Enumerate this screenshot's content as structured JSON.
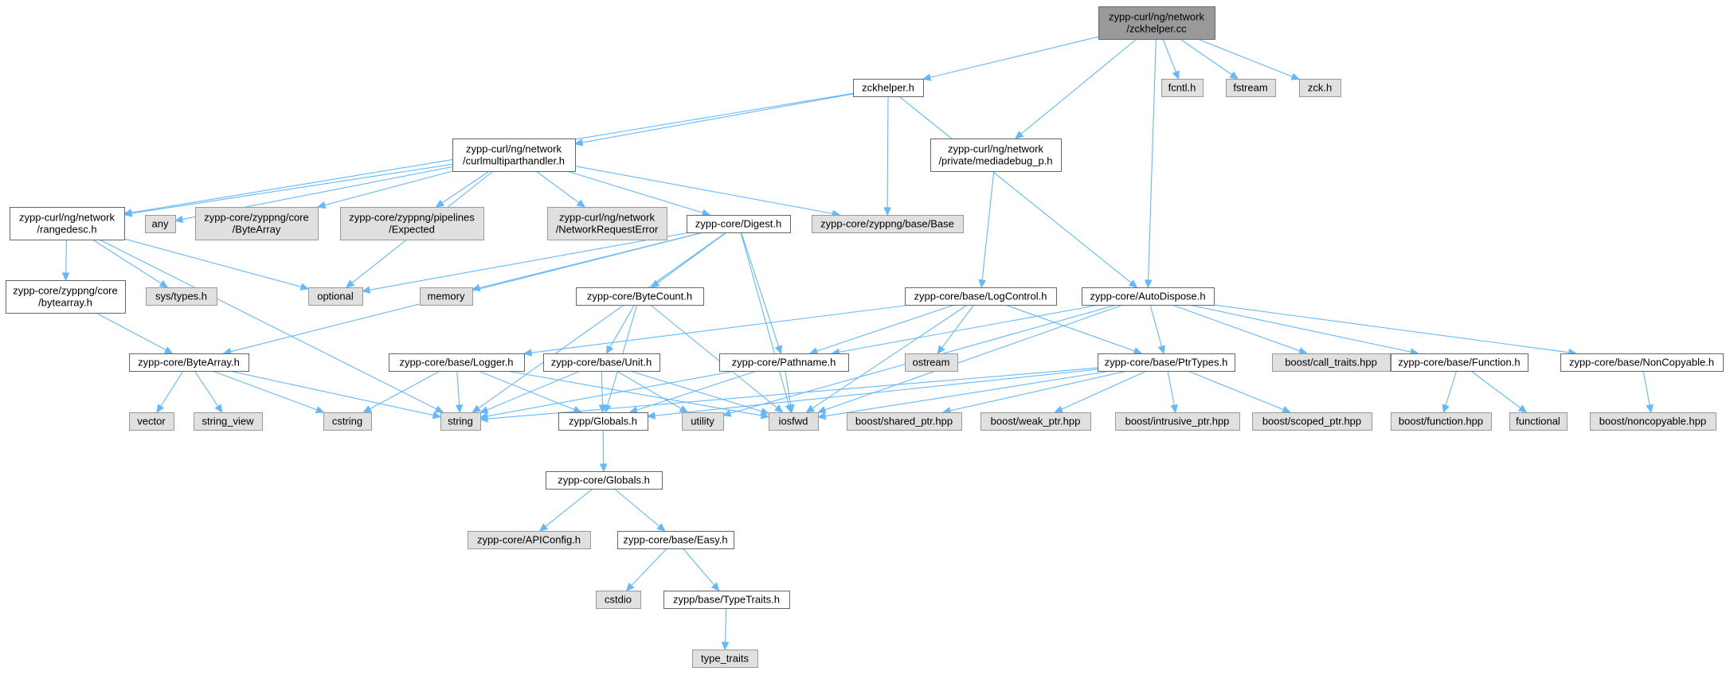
{
  "colors": {
    "root_fill": "#999999",
    "external_fill": "#e0e0e0",
    "external_stroke": "#999999",
    "internal_fill": "#ffffff",
    "internal_stroke": "#666666",
    "edge": "#63b8ff"
  },
  "nodes": {
    "root": {
      "lines": [
        "zypp-curl/ng/network",
        "/zckhelper.cc"
      ],
      "kind": "root"
    },
    "zckhelper_h": {
      "lines": [
        "zckhelper.h"
      ],
      "kind": "internal"
    },
    "fcntl": {
      "lines": [
        "fcntl.h"
      ],
      "kind": "external"
    },
    "fstream": {
      "lines": [
        "fstream"
      ],
      "kind": "external"
    },
    "zck": {
      "lines": [
        "zck.h"
      ],
      "kind": "external"
    },
    "curlmulti": {
      "lines": [
        "zypp-curl/ng/network",
        "/curlmultiparthandler.h"
      ],
      "kind": "internal"
    },
    "mediadebug": {
      "lines": [
        "zypp-curl/ng/network",
        "/private/mediadebug_p.h"
      ],
      "kind": "internal"
    },
    "rangedesc": {
      "lines": [
        "zypp-curl/ng/network",
        "/rangedesc.h"
      ],
      "kind": "internal"
    },
    "any": {
      "lines": [
        "any"
      ],
      "kind": "external"
    },
    "zyppng_bytearray": {
      "lines": [
        "zypp-core/zyppng/core",
        "/ByteArray"
      ],
      "kind": "external"
    },
    "expected": {
      "lines": [
        "zypp-core/zyppng/pipelines",
        "/Expected"
      ],
      "kind": "external"
    },
    "nrerror": {
      "lines": [
        "zypp-curl/ng/network",
        "/NetworkRequestError"
      ],
      "kind": "external"
    },
    "digest": {
      "lines": [
        "zypp-core/Digest.h"
      ],
      "kind": "internal"
    },
    "zyppng_base": {
      "lines": [
        "zypp-core/zyppng/base/Base"
      ],
      "kind": "external"
    },
    "sys_types": {
      "lines": [
        "sys/types.h"
      ],
      "kind": "external"
    },
    "optional": {
      "lines": [
        "optional"
      ],
      "kind": "external"
    },
    "memory": {
      "lines": [
        "memory"
      ],
      "kind": "external"
    },
    "bytecount": {
      "lines": [
        "zypp-core/ByteCount.h"
      ],
      "kind": "internal"
    },
    "logcontrol": {
      "lines": [
        "zypp-core/base/LogControl.h"
      ],
      "kind": "internal"
    },
    "autodispose": {
      "lines": [
        "zypp-core/AutoDispose.h"
      ],
      "kind": "internal"
    },
    "zyppng_core_bytearray_h": {
      "lines": [
        "zypp-core/zyppng/core",
        "/bytearray.h"
      ],
      "kind": "internal"
    },
    "bytearray_h": {
      "lines": [
        "zypp-core/ByteArray.h"
      ],
      "kind": "internal"
    },
    "logger": {
      "lines": [
        "zypp-core/base/Logger.h"
      ],
      "kind": "internal"
    },
    "unit": {
      "lines": [
        "zypp-core/base/Unit.h"
      ],
      "kind": "internal"
    },
    "pathname": {
      "lines": [
        "zypp-core/Pathname.h"
      ],
      "kind": "internal"
    },
    "ostream": {
      "lines": [
        "ostream"
      ],
      "kind": "external"
    },
    "ptrtypes": {
      "lines": [
        "zypp-core/base/PtrTypes.h"
      ],
      "kind": "internal"
    },
    "call_traits": {
      "lines": [
        "boost/call_traits.hpp"
      ],
      "kind": "external"
    },
    "function_h": {
      "lines": [
        "zypp-core/base/Function.h"
      ],
      "kind": "internal"
    },
    "noncopyable_h": {
      "lines": [
        "zypp-core/base/NonCopyable.h"
      ],
      "kind": "internal"
    },
    "vector": {
      "lines": [
        "vector"
      ],
      "kind": "external"
    },
    "string_view": {
      "lines": [
        "string_view"
      ],
      "kind": "external"
    },
    "cstring": {
      "lines": [
        "cstring"
      ],
      "kind": "external"
    },
    "string": {
      "lines": [
        "string"
      ],
      "kind": "external"
    },
    "globals1": {
      "lines": [
        "zypp/Globals.h"
      ],
      "kind": "internal"
    },
    "utility": {
      "lines": [
        "utility"
      ],
      "kind": "external"
    },
    "iosfwd": {
      "lines": [
        "iosfwd"
      ],
      "kind": "external"
    },
    "shared_ptr": {
      "lines": [
        "boost/shared_ptr.hpp"
      ],
      "kind": "external"
    },
    "weak_ptr": {
      "lines": [
        "boost/weak_ptr.hpp"
      ],
      "kind": "external"
    },
    "intrusive_ptr": {
      "lines": [
        "boost/intrusive_ptr.hpp"
      ],
      "kind": "external"
    },
    "scoped_ptr": {
      "lines": [
        "boost/scoped_ptr.hpp"
      ],
      "kind": "external"
    },
    "boost_function": {
      "lines": [
        "boost/function.hpp"
      ],
      "kind": "external"
    },
    "functional": {
      "lines": [
        "functional"
      ],
      "kind": "external"
    },
    "boost_noncopyable": {
      "lines": [
        "boost/noncopyable.hpp"
      ],
      "kind": "external"
    },
    "globals2": {
      "lines": [
        "zypp-core/Globals.h"
      ],
      "kind": "internal"
    },
    "apiconfig": {
      "lines": [
        "zypp-core/APIConfig.h"
      ],
      "kind": "external"
    },
    "easy": {
      "lines": [
        "zypp-core/base/Easy.h"
      ],
      "kind": "internal"
    },
    "cstdio": {
      "lines": [
        "cstdio"
      ],
      "kind": "external"
    },
    "typetraits": {
      "lines": [
        "zypp/base/TypeTraits.h"
      ],
      "kind": "internal"
    },
    "type_traits": {
      "lines": [
        "type_traits"
      ],
      "kind": "external"
    }
  },
  "edges": [
    [
      "root",
      "zckhelper_h"
    ],
    [
      "root",
      "fcntl"
    ],
    [
      "root",
      "fstream"
    ],
    [
      "root",
      "zck"
    ],
    [
      "root",
      "mediadebug"
    ],
    [
      "root",
      "autodispose"
    ],
    [
      "zckhelper_h",
      "curlmulti"
    ],
    [
      "zckhelper_h",
      "rangedesc"
    ],
    [
      "zckhelper_h",
      "zyppng_base"
    ],
    [
      "zckhelper_h",
      "autodispose"
    ],
    [
      "curlmulti",
      "rangedesc"
    ],
    [
      "curlmulti",
      "any"
    ],
    [
      "curlmulti",
      "zyppng_bytearray"
    ],
    [
      "curlmulti",
      "expected"
    ],
    [
      "curlmulti",
      "nrerror"
    ],
    [
      "curlmulti",
      "digest"
    ],
    [
      "curlmulti",
      "zyppng_base"
    ],
    [
      "curlmulti",
      "optional"
    ],
    [
      "mediadebug",
      "logcontrol"
    ],
    [
      "rangedesc",
      "zyppng_core_bytearray_h"
    ],
    [
      "rangedesc",
      "sys_types"
    ],
    [
      "rangedesc",
      "optional"
    ],
    [
      "rangedesc",
      "string"
    ],
    [
      "zyppng_core_bytearray_h",
      "bytearray_h"
    ],
    [
      "digest",
      "optional"
    ],
    [
      "digest",
      "memory"
    ],
    [
      "digest",
      "bytecount"
    ],
    [
      "digest",
      "pathname"
    ],
    [
      "digest",
      "bytearray_h"
    ],
    [
      "digest",
      "string"
    ],
    [
      "digest",
      "iosfwd"
    ],
    [
      "bytecount",
      "unit"
    ],
    [
      "bytecount",
      "iosfwd"
    ],
    [
      "bytecount",
      "globals1"
    ],
    [
      "logcontrol",
      "logger"
    ],
    [
      "logcontrol",
      "pathname"
    ],
    [
      "logcontrol",
      "ostream"
    ],
    [
      "logcontrol",
      "ptrtypes"
    ],
    [
      "logcontrol",
      "iosfwd"
    ],
    [
      "autodispose",
      "pathname"
    ],
    [
      "autodispose",
      "ptrtypes"
    ],
    [
      "autodispose",
      "call_traits"
    ],
    [
      "autodispose",
      "function_h"
    ],
    [
      "autodispose",
      "noncopyable_h"
    ],
    [
      "autodispose",
      "iosfwd"
    ],
    [
      "autodispose",
      "utility"
    ],
    [
      "bytearray_h",
      "vector"
    ],
    [
      "bytearray_h",
      "string_view"
    ],
    [
      "bytearray_h",
      "cstring"
    ],
    [
      "bytearray_h",
      "string"
    ],
    [
      "logger",
      "cstring"
    ],
    [
      "logger",
      "string"
    ],
    [
      "logger",
      "globals1"
    ],
    [
      "logger",
      "iosfwd"
    ],
    [
      "unit",
      "string"
    ],
    [
      "unit",
      "globals1"
    ],
    [
      "unit",
      "iosfwd"
    ],
    [
      "unit",
      "utility"
    ],
    [
      "pathname",
      "string"
    ],
    [
      "pathname",
      "globals1"
    ],
    [
      "pathname",
      "iosfwd"
    ],
    [
      "ptrtypes",
      "string"
    ],
    [
      "ptrtypes",
      "globals1"
    ],
    [
      "ptrtypes",
      "iosfwd"
    ],
    [
      "ptrtypes",
      "shared_ptr"
    ],
    [
      "ptrtypes",
      "weak_ptr"
    ],
    [
      "ptrtypes",
      "intrusive_ptr"
    ],
    [
      "ptrtypes",
      "scoped_ptr"
    ],
    [
      "function_h",
      "boost_function"
    ],
    [
      "function_h",
      "functional"
    ],
    [
      "noncopyable_h",
      "boost_noncopyable"
    ],
    [
      "globals1",
      "globals2"
    ],
    [
      "globals2",
      "apiconfig"
    ],
    [
      "globals2",
      "easy"
    ],
    [
      "easy",
      "cstdio"
    ],
    [
      "easy",
      "typetraits"
    ],
    [
      "typetraits",
      "type_traits"
    ]
  ]
}
